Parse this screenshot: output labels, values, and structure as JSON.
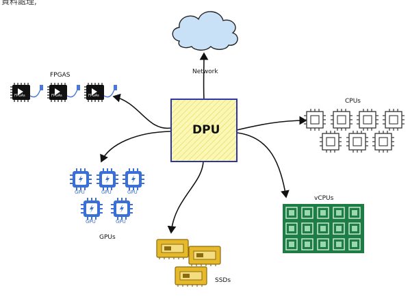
{
  "header": {
    "top_text": "資料處理,"
  },
  "dpu": {
    "label": "DPU"
  },
  "network": {
    "label": "Network"
  },
  "fpgas": {
    "label": "FPGAS",
    "chip_text": "FPGAs"
  },
  "cpus": {
    "label": "CPUs"
  },
  "gpus": {
    "label": "GPUs",
    "chip_label": "GPU"
  },
  "ssds": {
    "label": "SSDs"
  },
  "vcpus": {
    "label": "vCPUs"
  },
  "colors": {
    "dpu_fill": "#fbf7b4",
    "dpu_border": "#2b35a8",
    "cloud_fill": "#c9e1f7",
    "gpu_blue": "#3a6fd6",
    "ssd_yellow": "#e6b92a",
    "vcpu_green": "#1e7d45"
  },
  "icons": [
    "cloud-icon",
    "fpga-chip-icon",
    "cpu-chip-icon",
    "gpu-chip-icon",
    "ssd-icon",
    "vcpu-grid-icon"
  ]
}
